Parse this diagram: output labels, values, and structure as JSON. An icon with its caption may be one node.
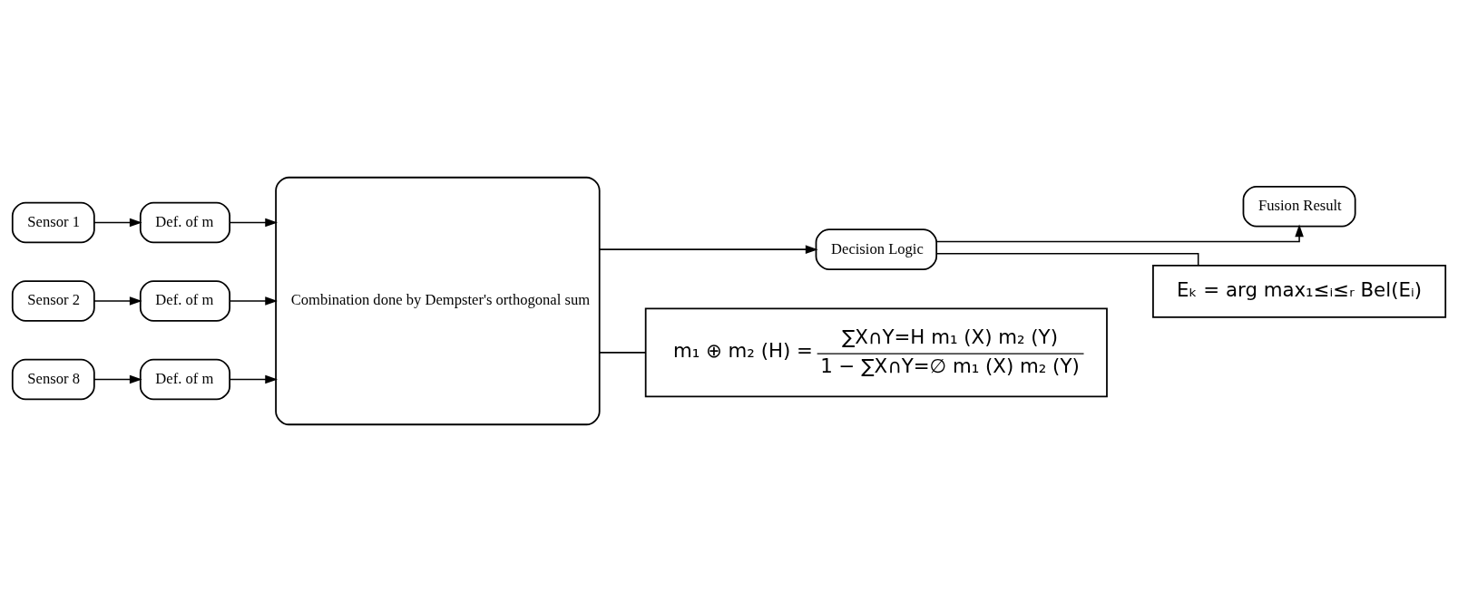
{
  "diagram": {
    "nodes": [
      {
        "text": [
          "Sensor 1"
        ]
      },
      {
        "text": [
          "Def. of m"
        ]
      },
      {
        "text": [
          "Sensor 2"
        ]
      },
      {
        "text": [
          "Def. of m"
        ]
      },
      {
        "text": [
          "Sensor 8"
        ]
      },
      {
        "text": [
          "Def. of m"
        ]
      },
      {
        "text": [
          "Combination done by Dempster's orthogonal sum"
        ]
      },
      {
        "text": [
          "Decision Logic"
        ]
      },
      {
        "text": [
          "Fusion Result"
        ]
      },
      {
        "text": [
          "m₁ ⊕ m₂ (H) =",
          "∑X∩Y=H m₁ (X) m₂ (Y)",
          "1 − ∑X∩Y=∅ m₁ (X) m₂ (Y)"
        ]
      },
      {
        "text": [
          "Eₖ = arg max₁≤ᵢ≤ᵣ Bel(Eᵢ)"
        ]
      }
    ],
    "edges": [
      {
        "from": 0,
        "to": 1,
        "arrow": "to"
      },
      {
        "from": 2,
        "to": 3,
        "arrow": "to"
      },
      {
        "from": 4,
        "to": 5,
        "arrow": "to"
      },
      {
        "from": 1,
        "to": 6,
        "arrow": "to"
      },
      {
        "from": 3,
        "to": 6,
        "arrow": "to"
      },
      {
        "from": 5,
        "to": 6,
        "arrow": "to"
      },
      {
        "from": 6,
        "to": 7,
        "arrow": "to"
      },
      {
        "from": 7,
        "to": 8,
        "arrow": "to"
      },
      {
        "from": 6,
        "to": 9,
        "arrow": "none"
      },
      {
        "from": 7,
        "to": 10,
        "arrow": "none"
      }
    ]
  }
}
